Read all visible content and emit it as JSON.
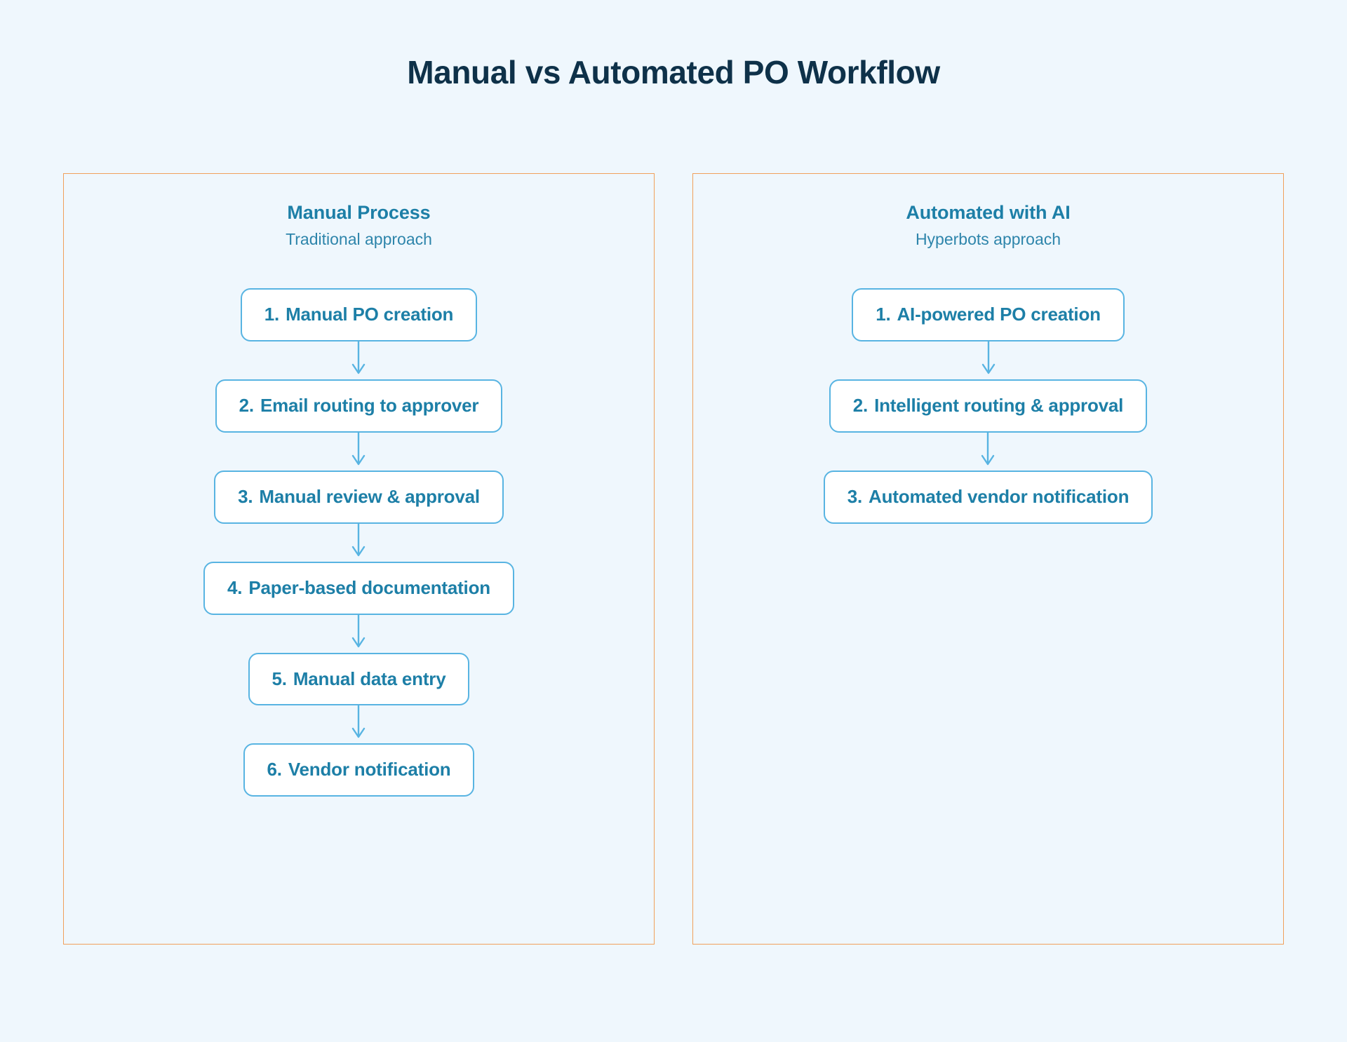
{
  "title": "Manual vs Automated PO Workflow",
  "colors": {
    "background": "#eff7fd",
    "title_text": "#0e3149",
    "panel_border": "#f0a05b",
    "accent_blue": "#1d7fa7",
    "node_border": "#58b4e2",
    "node_fill": "#ffffff",
    "arrow": "#58b4e2"
  },
  "panels": [
    {
      "id": "manual",
      "title": "Manual Process",
      "subtitle": "Traditional approach",
      "steps": [
        {
          "num": "1.",
          "label": "Manual PO creation"
        },
        {
          "num": "2.",
          "label": "Email routing to approver"
        },
        {
          "num": "3.",
          "label": "Manual review & approval"
        },
        {
          "num": "4.",
          "label": "Paper-based documentation"
        },
        {
          "num": "5.",
          "label": "Manual data entry"
        },
        {
          "num": "6.",
          "label": "Vendor notification"
        }
      ]
    },
    {
      "id": "automated",
      "title": "Automated with AI",
      "subtitle": "Hyperbots approach",
      "steps": [
        {
          "num": "1.",
          "label": "AI-powered PO creation"
        },
        {
          "num": "2.",
          "label": "Intelligent routing & approval"
        },
        {
          "num": "3.",
          "label": "Automated vendor notification"
        }
      ]
    }
  ]
}
